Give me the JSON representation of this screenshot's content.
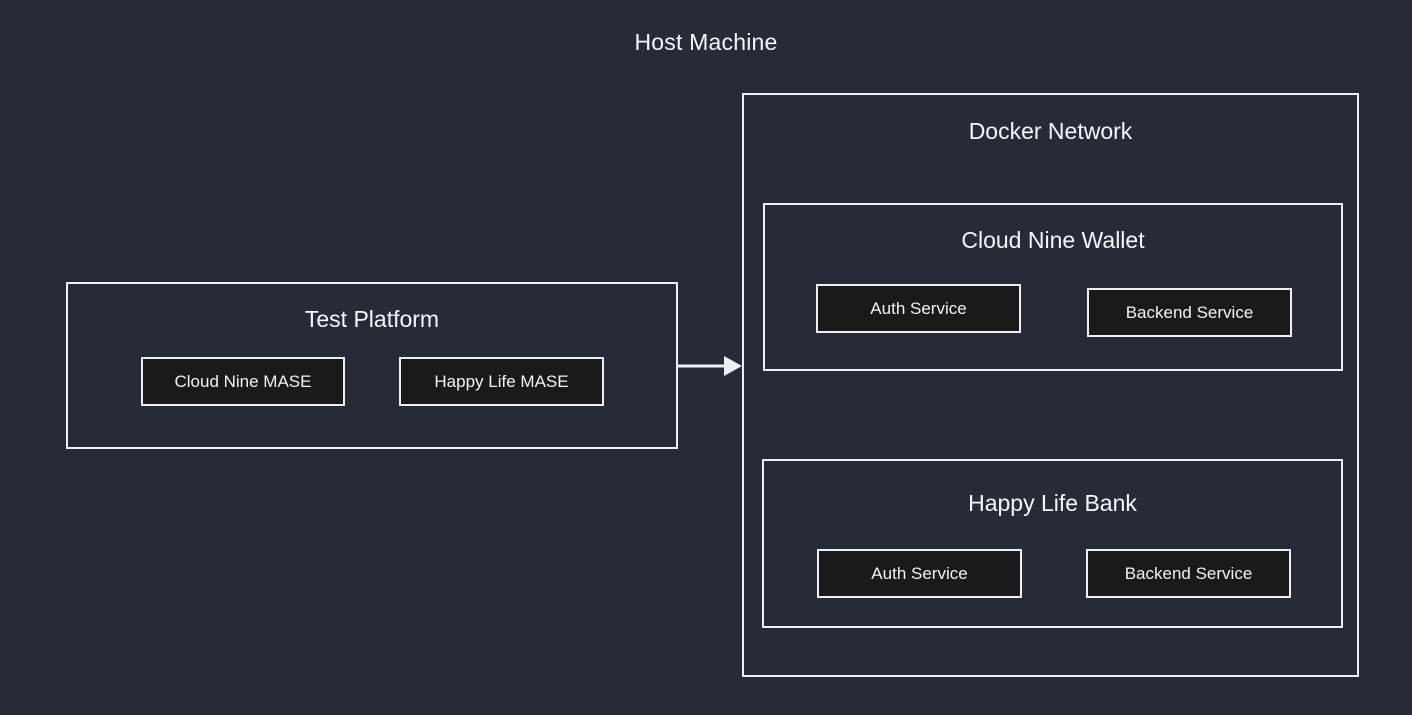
{
  "diagram": {
    "title": "Host Machine",
    "background_color": "#272b38",
    "stroke_color": "#eef0f5",
    "node_fill_color": "#1a1a1a",
    "text_color": "#f4f6fa"
  },
  "test_platform": {
    "title": "Test Platform",
    "nodes": [
      {
        "label": "Cloud Nine MASE"
      },
      {
        "label": "Happy Life MASE"
      }
    ]
  },
  "docker_network": {
    "title": "Docker Network",
    "groups": [
      {
        "title": "Cloud Nine Wallet",
        "nodes": [
          {
            "label": "Auth Service"
          },
          {
            "label": "Backend Service"
          }
        ]
      },
      {
        "title": "Happy Life Bank",
        "nodes": [
          {
            "label": "Auth Service"
          },
          {
            "label": "Backend Service"
          }
        ]
      }
    ]
  },
  "connector": {
    "name": "test-platform-to-docker-network-arrow",
    "direction": "right"
  }
}
